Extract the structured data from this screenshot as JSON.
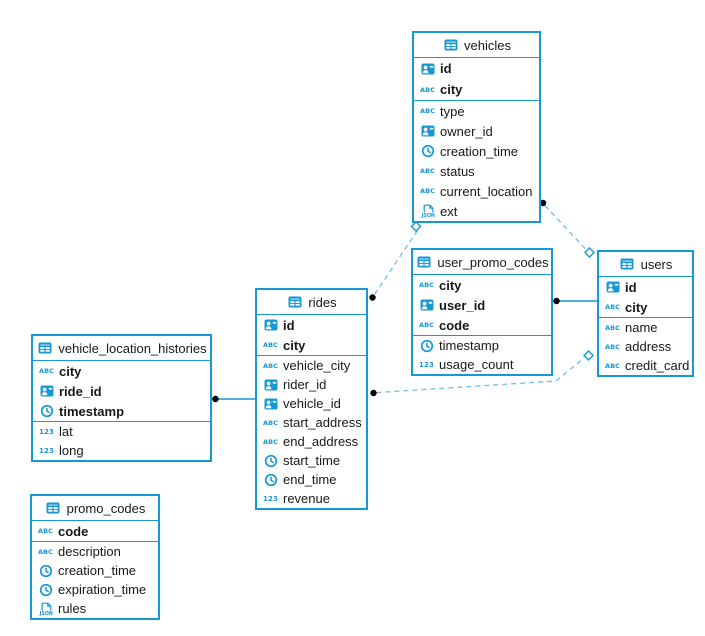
{
  "diagram": {
    "background_color": "#ffffff",
    "accent_color": "#1697d6",
    "dashed_line_color": "#6ebde9",
    "connector_dot_color": "#000000",
    "icon_text": {
      "abc": "ABC",
      "num": "123"
    },
    "tables": [
      {
        "name": "vehicles",
        "header_icon": "table-icon",
        "primary_fields": [
          {
            "name": "id",
            "icon": "id-badge-icon"
          },
          {
            "name": "city",
            "icon": "text-abc-icon"
          }
        ],
        "fields": [
          {
            "name": "type",
            "icon": "text-abc-icon"
          },
          {
            "name": "owner_id",
            "icon": "id-badge-icon"
          },
          {
            "name": "creation_time",
            "icon": "time-icon"
          },
          {
            "name": "status",
            "icon": "text-abc-icon"
          },
          {
            "name": "current_location",
            "icon": "text-abc-icon"
          },
          {
            "name": "ext",
            "icon": "json-icon"
          }
        ]
      },
      {
        "name": "user_promo_codes",
        "header_icon": "table-icon",
        "primary_fields": [
          {
            "name": "city",
            "icon": "text-abc-icon"
          },
          {
            "name": "user_id",
            "icon": "id-badge-icon"
          },
          {
            "name": "code",
            "icon": "text-abc-icon"
          }
        ],
        "fields": [
          {
            "name": "timestamp",
            "icon": "time-icon"
          },
          {
            "name": "usage_count",
            "icon": "number-123-icon"
          }
        ]
      },
      {
        "name": "users",
        "header_icon": "table-icon",
        "primary_fields": [
          {
            "name": "id",
            "icon": "id-badge-icon"
          },
          {
            "name": "city",
            "icon": "text-abc-icon"
          }
        ],
        "fields": [
          {
            "name": "name",
            "icon": "text-abc-icon"
          },
          {
            "name": "address",
            "icon": "text-abc-icon"
          },
          {
            "name": "credit_card",
            "icon": "text-abc-icon"
          }
        ]
      },
      {
        "name": "rides",
        "header_icon": "table-icon",
        "primary_fields": [
          {
            "name": "id",
            "icon": "id-badge-icon"
          },
          {
            "name": "city",
            "icon": "text-abc-icon"
          }
        ],
        "fields": [
          {
            "name": "vehicle_city",
            "icon": "text-abc-icon"
          },
          {
            "name": "rider_id",
            "icon": "id-badge-icon"
          },
          {
            "name": "vehicle_id",
            "icon": "id-badge-icon"
          },
          {
            "name": "start_address",
            "icon": "text-abc-icon"
          },
          {
            "name": "end_address",
            "icon": "text-abc-icon"
          },
          {
            "name": "start_time",
            "icon": "time-icon"
          },
          {
            "name": "end_time",
            "icon": "time-icon"
          },
          {
            "name": "revenue",
            "icon": "number-123-icon"
          }
        ]
      },
      {
        "name": "vehicle_location_histories",
        "header_icon": "table-icon",
        "primary_fields": [
          {
            "name": "city",
            "icon": "text-abc-icon"
          },
          {
            "name": "ride_id",
            "icon": "id-badge-icon"
          },
          {
            "name": "timestamp",
            "icon": "time-icon"
          }
        ],
        "fields": [
          {
            "name": "lat",
            "icon": "number-123-icon"
          },
          {
            "name": "long",
            "icon": "number-123-icon"
          }
        ]
      },
      {
        "name": "promo_codes",
        "header_icon": "table-icon",
        "primary_fields": [
          {
            "name": "code",
            "icon": "text-abc-icon"
          }
        ],
        "fields": [
          {
            "name": "description",
            "icon": "text-abc-icon"
          },
          {
            "name": "creation_time",
            "icon": "time-icon"
          },
          {
            "name": "expiration_time",
            "icon": "time-icon"
          },
          {
            "name": "rules",
            "icon": "json-icon"
          }
        ]
      }
    ],
    "relations": [
      {
        "from": "vehicles",
        "to": "users",
        "style": "dashed",
        "from_marker": "dot",
        "to_marker": "diamond"
      },
      {
        "from": "rides",
        "to": "vehicles",
        "style": "dashed",
        "from_marker": "dot",
        "to_marker": "diamond"
      },
      {
        "from": "rides",
        "to": "users",
        "style": "dashed",
        "from_marker": "dot",
        "to_marker": "diamond"
      },
      {
        "from": "vehicle_location_histories",
        "to": "rides",
        "style": "solid",
        "from_marker": "dot",
        "to_marker": "none"
      },
      {
        "from": "user_promo_codes",
        "to": "users",
        "style": "solid",
        "from_marker": "dot",
        "to_marker": "none"
      }
    ]
  }
}
